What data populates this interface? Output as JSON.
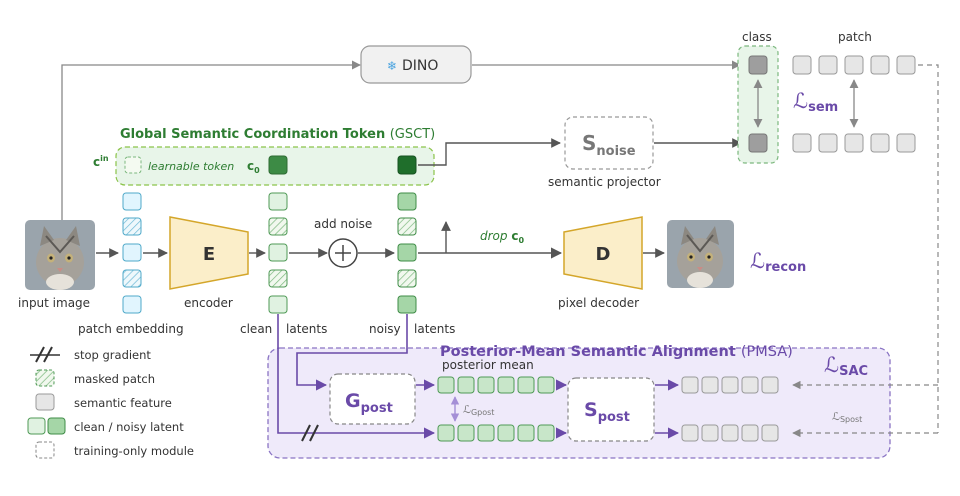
{
  "colors": {
    "green_text": "#2e7d32",
    "green_fill": "#e8f5e9",
    "green_border": "#8bc34a",
    "green_dark": "#2e7d32",
    "green_latent": "#c8e6c9",
    "blue_fill": "#e1f5fe",
    "blue_border": "#4fa9c9",
    "purple": "#6a4aa8",
    "purple_fill": "#efeafa",
    "purple_border": "#8a74c4",
    "gold_fill": "#fbeec9",
    "gold_border": "#d4a62a",
    "gray_fill": "#e6e6e6",
    "gray_border": "#9a9a9a",
    "arrow": "#555555"
  },
  "labels": {
    "dino": "DINO",
    "gsct_title": "Global Semantic Coordination Token",
    "gsct_abbr": "(GSCT)",
    "c_in": "c",
    "c_in_sup": "in",
    "learnable_token": "learnable token",
    "c0": "c",
    "c0_sub": "0",
    "input_image": "input image",
    "encoder_letter": "E",
    "encoder": "encoder",
    "patch_embedding": "patch embedding",
    "add_noise": "add noise",
    "clean": "clean",
    "latents_1": "latents",
    "noisy": "noisy",
    "latents_2": "latents",
    "drop_c0": "drop",
    "drop_c0_sym": "c",
    "drop_c0_sub": "0",
    "decoder_letter": "D",
    "pixel_decoder": "pixel decoder",
    "snoise_S": "S",
    "snoise_sub": "noise",
    "semantic_projector": "semantic projector",
    "class": "class",
    "patch": "patch",
    "l_sem": "ℒ",
    "l_sem_sub": "sem",
    "l_recon": "ℒ",
    "l_recon_sub": "recon",
    "pmsa_title": "Posterior-Mean Semantic Alignment",
    "pmsa_abbr": "(PMSA)",
    "posterior_mean": "posterior mean",
    "gpost_G": "G",
    "gpost_sub": "post",
    "spost_S": "S",
    "spost_sub": "post",
    "l_gpost": "ℒ",
    "l_gpost_sub": "Gpost",
    "l_spost": "ℒ",
    "l_spost_sub": "Spost",
    "l_sac": "ℒ",
    "l_sac_sub": "SAC"
  },
  "legend": [
    {
      "key": "stop",
      "label": "stop gradient"
    },
    {
      "key": "masked",
      "label": "masked patch"
    },
    {
      "key": "semantic",
      "label": "semantic feature"
    },
    {
      "key": "latent",
      "label": "clean / noisy latent"
    },
    {
      "key": "training",
      "label": "training-only module"
    }
  ]
}
